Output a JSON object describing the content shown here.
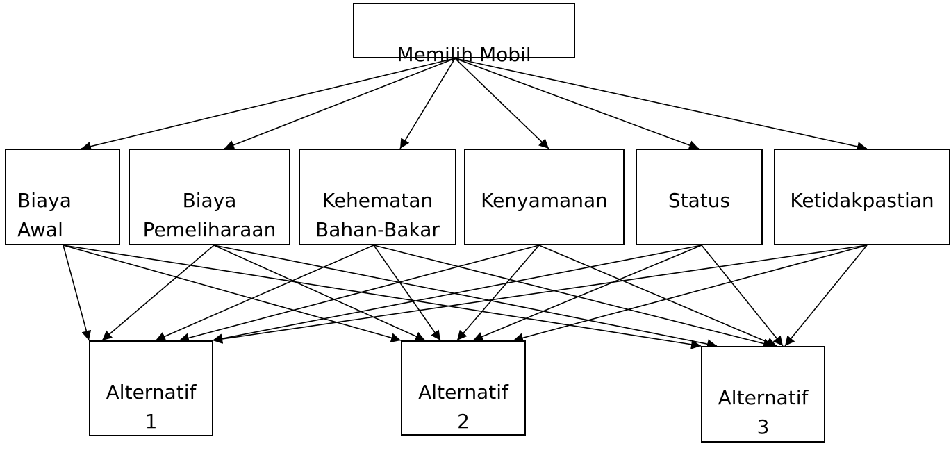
{
  "diagram": {
    "goal": {
      "label": "Memilih Mobil"
    },
    "criteria": [
      {
        "label": "Biaya\nAwal"
      },
      {
        "label": "Biaya\nPemeliharaan"
      },
      {
        "label": "Kehematan\nBahan-Bakar"
      },
      {
        "label": "Kenyamanan"
      },
      {
        "label": "Status"
      },
      {
        "label": "Ketidakpastian"
      }
    ],
    "alternatives": [
      {
        "label": "Alternatif\n1"
      },
      {
        "label": "Alternatif\n2"
      },
      {
        "label": "Alternatif\n3"
      }
    ],
    "edge_color": "#000000",
    "box_border_color": "#000000"
  }
}
